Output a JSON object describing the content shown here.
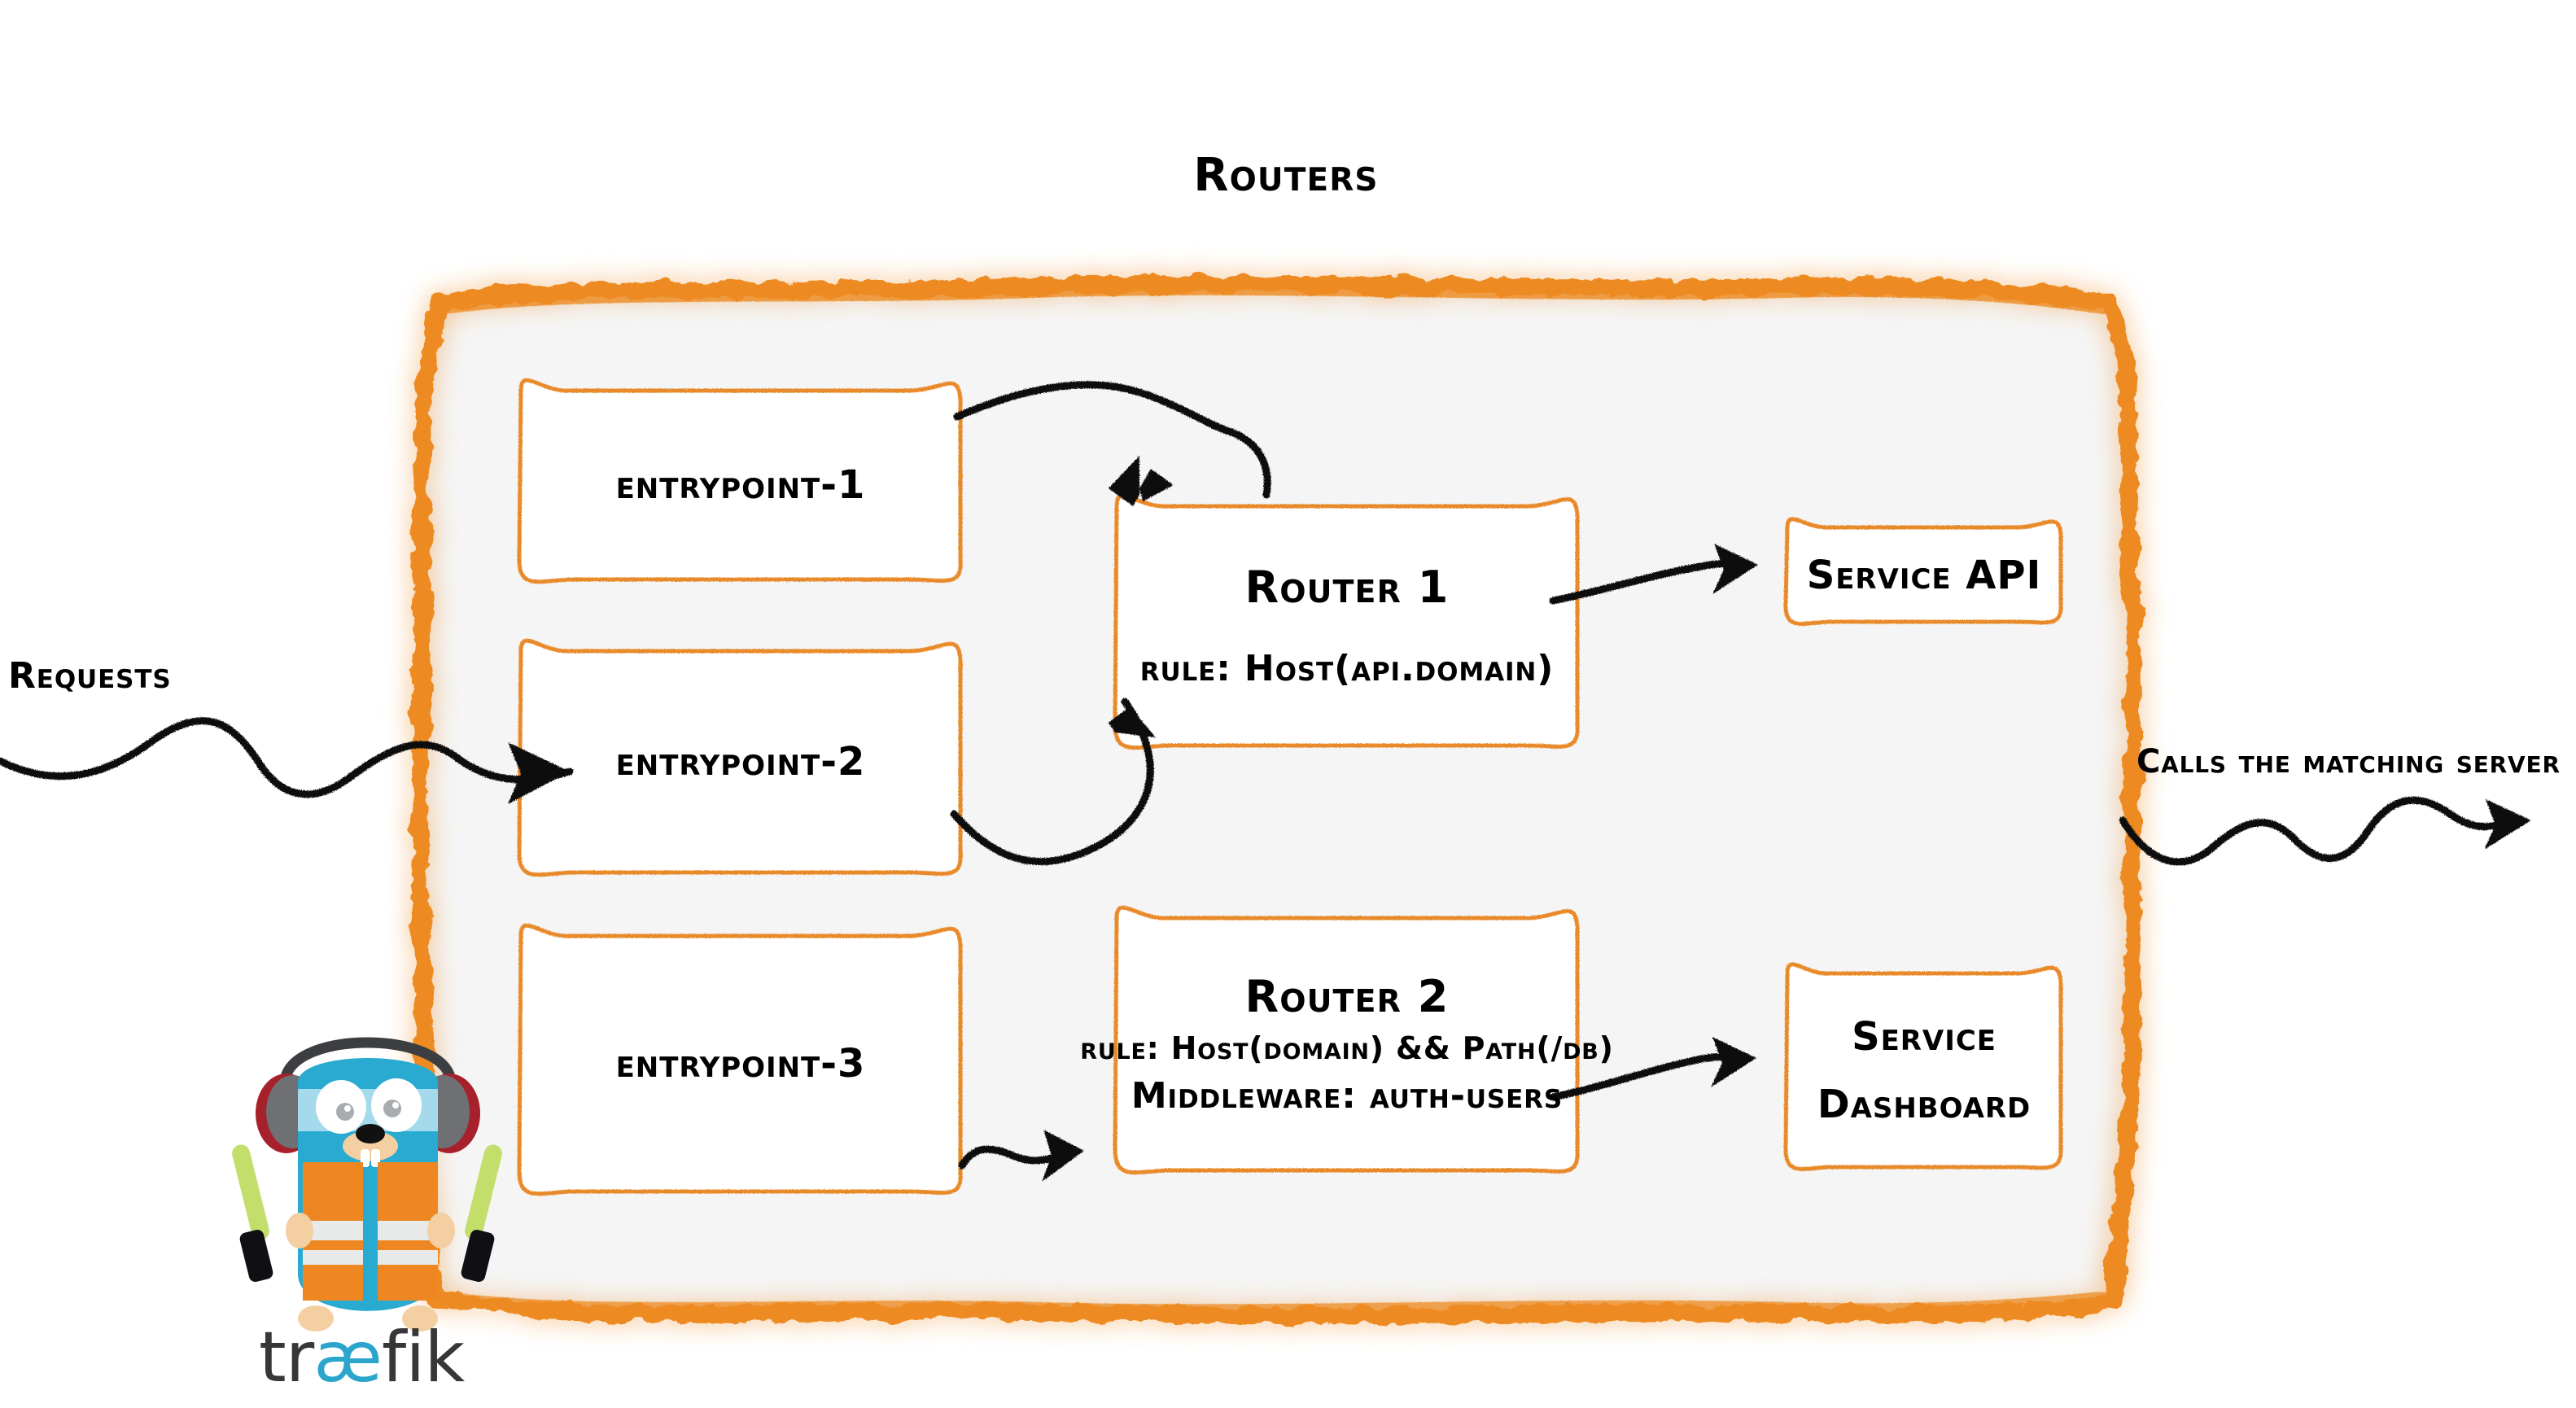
{
  "diagram": {
    "title": "Routers",
    "style": {
      "brand_orange": "#ED8B21",
      "panel_fill": "#F5F5F5",
      "ink": "#000000",
      "gopher_blue": "#29AAD1",
      "gopher_vest_orange": "#EE8722",
      "wand_green": "#C3DE6B",
      "headphone_grey": "#6E7073",
      "headphone_red": "#A6212B",
      "traefik_word_dark": "#37373A",
      "traefik_word_blue": "#2CA5CD"
    },
    "outer_label_left": "Requests",
    "outer_label_right": "Calls the matching server",
    "entrypoints": [
      {
        "id": "entrypoint-1",
        "label": "entrypoint-1"
      },
      {
        "id": "entrypoint-2",
        "label": "entrypoint-2"
      },
      {
        "id": "entrypoint-3",
        "label": "entrypoint-3"
      }
    ],
    "routers": [
      {
        "id": "router-1",
        "title": "Router 1",
        "lines": [
          "rule: Host(api.domain)"
        ]
      },
      {
        "id": "router-2",
        "title": "Router 2",
        "lines": [
          "rule: Host(domain) && Path(/db)",
          "Middleware: auth-users"
        ]
      }
    ],
    "services": [
      {
        "id": "service-api",
        "lines": [
          "Service API"
        ]
      },
      {
        "id": "service-dashboard",
        "lines": [
          "Service",
          "Dashboard"
        ]
      }
    ],
    "logo": {
      "wordmark_pre": "tr",
      "wordmark_ae": "æ",
      "wordmark_post": "fik",
      "mascot": "traefik-gopher-mascot"
    },
    "connections": [
      {
        "from": "entrypoint-1",
        "to": "router-1"
      },
      {
        "from": "entrypoint-2",
        "to": "router-1"
      },
      {
        "from": "entrypoint-3",
        "to": "router-2"
      },
      {
        "from": "router-1",
        "to": "service-api"
      },
      {
        "from": "router-2",
        "to": "service-dashboard"
      },
      {
        "from": "requests",
        "to": "routers-panel"
      },
      {
        "from": "routers-panel",
        "to": "matching-server"
      }
    ]
  }
}
